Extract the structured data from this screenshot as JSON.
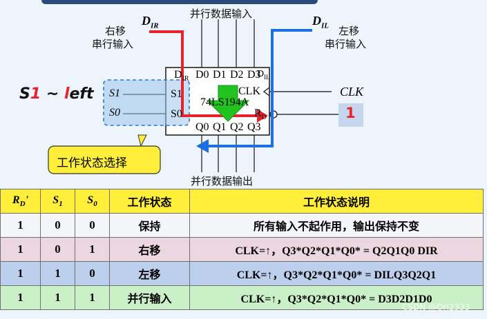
{
  "diagram": {
    "top_label": "并行数据输入",
    "bottom_label": "并行数据输出",
    "right_shift_label_line1": "右移",
    "right_shift_label_line2": "串行输入",
    "left_shift_label_line1": "左移",
    "left_shift_label_line2": "串行输入",
    "dir_label": "D",
    "dir_sub": "IR",
    "dil_label": "D",
    "dil_sub": "IL",
    "mode_label_s": "S",
    "mode_label_1": "1",
    "mode_label_rest": " ~ ",
    "mode_label_l": "l",
    "mode_label_eft": "eft",
    "chip_name": "74LS194A",
    "pin_dr": "D",
    "pin_dr_sub": "IR",
    "pin_d0": "D0",
    "pin_d1": "D1",
    "pin_d2": "D2",
    "pin_d3": "D3",
    "pin_dl": "D",
    "pin_dl_sub": "IL",
    "pin_clk": "CLK",
    "pin_rd": "R",
    "pin_rd_sub": "D",
    "pin_s1": "S1",
    "pin_s0": "S0",
    "pin_q0": "Q0",
    "pin_q1": "Q1",
    "pin_q2": "Q2",
    "pin_q3": "Q3",
    "input_s1": "S1",
    "input_s0": "S0",
    "clk_input": "CLK",
    "rd_value": "1",
    "callout": "工作状态选择",
    "colors": {
      "red": "#e8212b",
      "blue": "#1d6fe0",
      "green": "#22c21f",
      "yellow": "#ffef3a"
    }
  },
  "table": {
    "headers": [
      "R_D'",
      "S1",
      "S0",
      "工作状态",
      "工作状态说明"
    ],
    "rows": [
      {
        "rd": "1",
        "s1": "0",
        "s0": "0",
        "state": "保持",
        "desc": "所有输入不起作用，输出保持不变"
      },
      {
        "rd": "1",
        "s1": "0",
        "s0": "1",
        "state": "右移",
        "desc": "CLK=↑，Q3*Q2*Q1*Q0* = Q2Q1Q0 DIR"
      },
      {
        "rd": "1",
        "s1": "1",
        "s0": "0",
        "state": "左移",
        "desc": "CLK=↑，Q3*Q2*Q1*Q0* = DILQ3Q2Q1"
      },
      {
        "rd": "1",
        "s1": "1",
        "s0": "1",
        "state": "并行输入",
        "desc": "CLK=↑，Q3*Q2*Q1*Q0* = D3D2D1D0"
      }
    ]
  },
  "watermark": "CSDN @Ori2333"
}
